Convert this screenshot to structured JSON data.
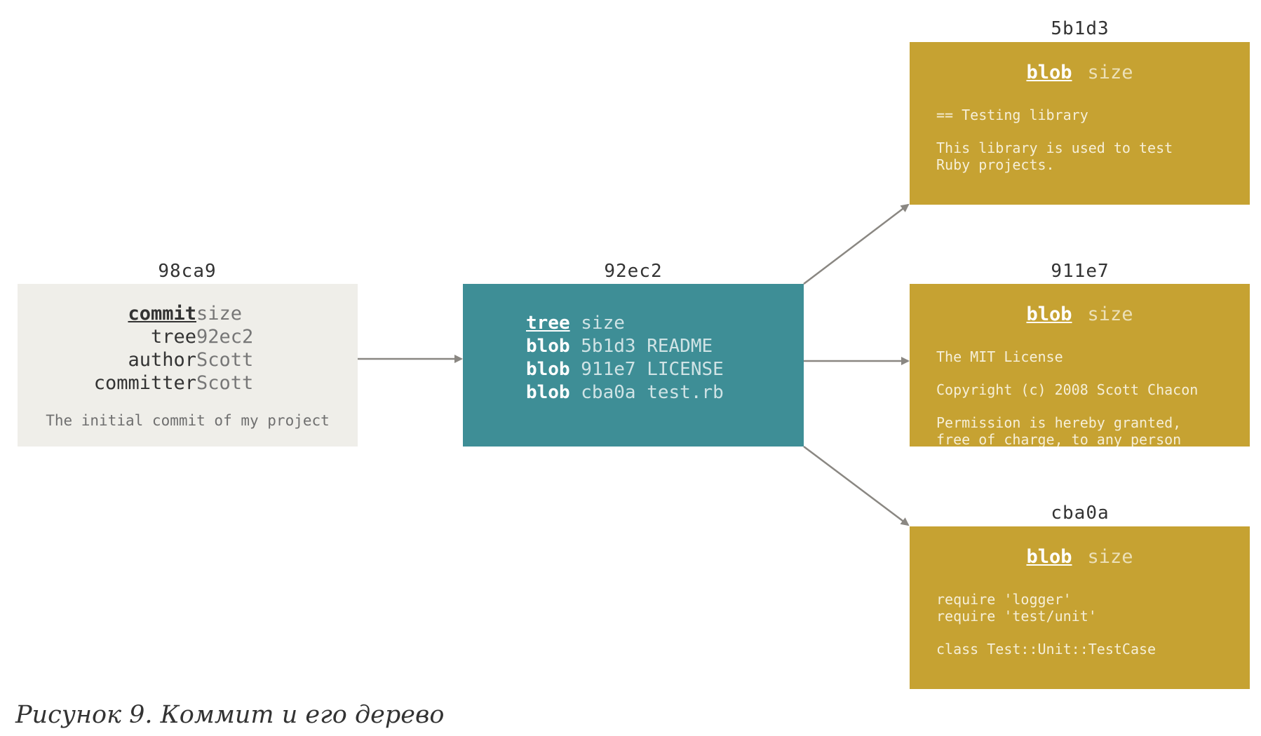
{
  "commit": {
    "hash": "98ca9",
    "rows": [
      {
        "key": "commit",
        "value": "size"
      },
      {
        "key": "tree",
        "value": "92ec2"
      },
      {
        "key": "author",
        "value": "Scott"
      },
      {
        "key": "committer",
        "value": "Scott"
      }
    ],
    "message": "The initial commit of my project"
  },
  "tree": {
    "hash": "92ec2",
    "rows": [
      {
        "kind": "tree",
        "value": "size"
      },
      {
        "kind": "blob",
        "value": "5b1d3 README"
      },
      {
        "kind": "blob",
        "value": "911e7 LICENSE"
      },
      {
        "kind": "blob",
        "value": "cba0a test.rb"
      }
    ]
  },
  "blobs": [
    {
      "hash": "5b1d3",
      "kind": "blob",
      "size_label": "size",
      "lines": [
        "== Testing library",
        "",
        "This library is used to test",
        "Ruby projects."
      ]
    },
    {
      "hash": "911e7",
      "kind": "blob",
      "size_label": "size",
      "lines": [
        "The MIT License",
        "",
        "Copyright (c) 2008 Scott Chacon",
        "",
        "Permission is hereby granted,",
        "free of charge, to any person"
      ]
    },
    {
      "hash": "cba0a",
      "kind": "blob",
      "size_label": "size",
      "lines": [
        "require 'logger'",
        "require 'test/unit'",
        "",
        "",
        "class Test::Unit::TestCase"
      ]
    }
  ],
  "caption": "Рисунок 9. Коммит и его дерево",
  "colors": {
    "commit_bg": "#efeee9",
    "tree_bg": "#3e8e96",
    "blob_bg": "#c6a232",
    "arrow": "#8a8782"
  }
}
